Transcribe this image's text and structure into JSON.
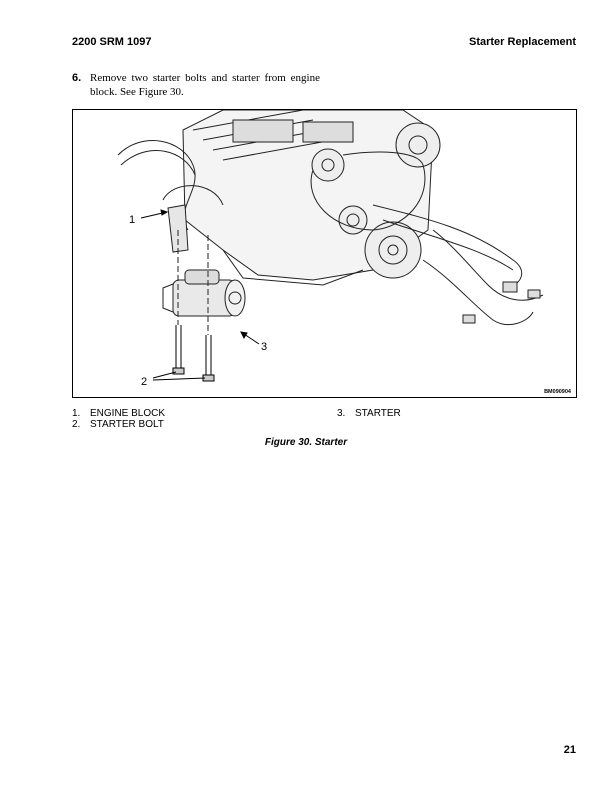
{
  "header": {
    "left": "2200 SRM 1097",
    "right": "Starter Replacement"
  },
  "step": {
    "number": "6.",
    "text": "Remove two starter bolts and starter from engine block. See Figure 30."
  },
  "figure": {
    "code": "BM090904",
    "callouts": [
      "1",
      "2",
      "3"
    ],
    "caption": "Figure 30. Starter"
  },
  "legend": [
    {
      "num": "1.",
      "label": "ENGINE BLOCK"
    },
    {
      "num": "2.",
      "label": "STARTER BOLT"
    },
    {
      "num": "3.",
      "label": "STARTER"
    }
  ],
  "page_number": "21"
}
